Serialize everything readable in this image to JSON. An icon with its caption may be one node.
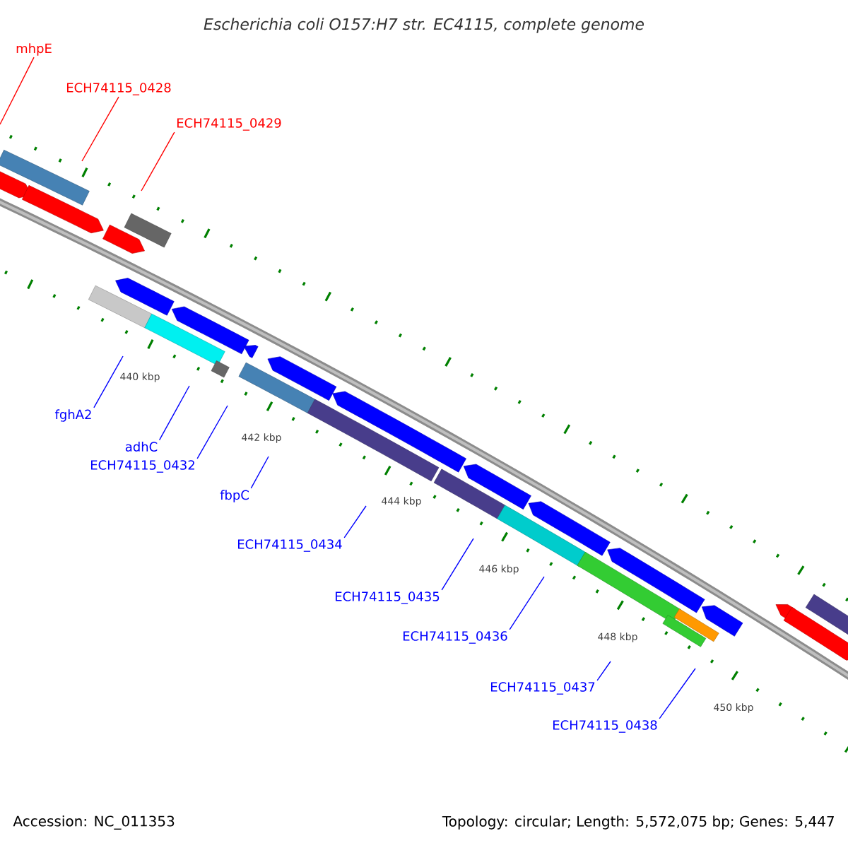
{
  "diagram": {
    "title": "Escherichia coli O157:H7 str. EC4115, complete genome",
    "nodes": [
      {
        "text": [
          "mhpE"
        ]
      },
      {
        "text": [
          "ECH74115_0428"
        ]
      },
      {
        "text": [
          "ECH74115_0429"
        ]
      },
      {
        "text": [
          "fghA2"
        ]
      },
      {
        "text": [
          "adhC"
        ]
      },
      {
        "text": [
          "ECH74115_0432"
        ]
      },
      {
        "text": [
          "fbpC"
        ]
      },
      {
        "text": [
          "ECH74115_0434"
        ]
      },
      {
        "text": [
          "ECH74115_0435"
        ]
      },
      {
        "text": [
          "ECH74115_0436"
        ]
      },
      {
        "text": [
          "ECH74115_0437"
        ]
      },
      {
        "text": [
          "ECH74115_0438"
        ]
      }
    ],
    "edges": [
      {
        "from": 0,
        "to": null,
        "arrow": "none",
        "color": "#ff0000"
      },
      {
        "from": 1,
        "to": null,
        "arrow": "none",
        "color": "#ff0000"
      },
      {
        "from": 2,
        "to": null,
        "arrow": "none",
        "color": "#ff0000"
      },
      {
        "from": 3,
        "to": null,
        "arrow": "none"
      },
      {
        "from": 4,
        "to": null,
        "arrow": "none"
      },
      {
        "from": 5,
        "to": null,
        "arrow": "none"
      },
      {
        "from": 6,
        "to": null,
        "arrow": "none"
      },
      {
        "from": 7,
        "to": null,
        "arrow": "none"
      },
      {
        "from": 8,
        "to": null,
        "arrow": "none"
      },
      {
        "from": 9,
        "to": null,
        "arrow": "none"
      },
      {
        "from": 10,
        "to": null,
        "arrow": "none"
      },
      {
        "from": 11,
        "to": null,
        "arrow": "none"
      }
    ],
    "labels": [
      "440 kbp",
      "442 kbp",
      "444 kbp",
      "446 kbp",
      "448 kbp",
      "450 kbp",
      "Accession: NC_011353",
      "Topology: circular; Length: 5,572,075 bp; Genes: 5,447"
    ]
  }
}
